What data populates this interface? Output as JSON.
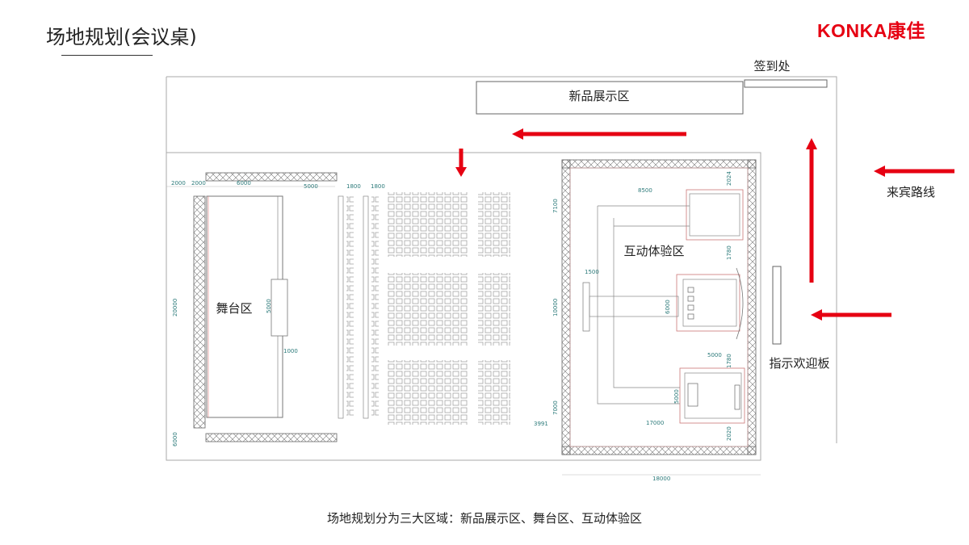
{
  "header": {
    "title": "场地规划(会议桌)",
    "logo": "KONKA康佳"
  },
  "zones": {
    "new_product": "新品展示区",
    "sign_in": "签到处",
    "stage": "舞台区",
    "interactive": "互动体验区",
    "welcome_board": "指示欢迎板",
    "guest_route": "来宾路线"
  },
  "dimensions": {
    "d2000a": "2000",
    "d2000b": "2000",
    "d6000": "6000",
    "d5000a": "5000",
    "d1800a": "1800",
    "d1800b": "1800",
    "d20000": "20000",
    "d5000b": "5000",
    "d1000": "1000",
    "d6000b": "6000",
    "d7100": "7100",
    "d8500": "8500",
    "d2024": "2024",
    "d1780a": "1780",
    "d1500": "1500",
    "d10000": "10000",
    "d6000c": "6000",
    "d5000c": "5000",
    "d1780b": "1780",
    "d7000": "7000",
    "d5000d": "5000",
    "d3991": "3991",
    "d17000": "17000",
    "d2020": "2020",
    "d18000": "18000"
  },
  "caption": "场地规划分为三大区域：新品展示区、舞台区、互动体验区",
  "colors": {
    "arrow": "#e60012",
    "logo": "#e60012",
    "dimension_text": "#2c7a7a",
    "outline": "#999999"
  }
}
